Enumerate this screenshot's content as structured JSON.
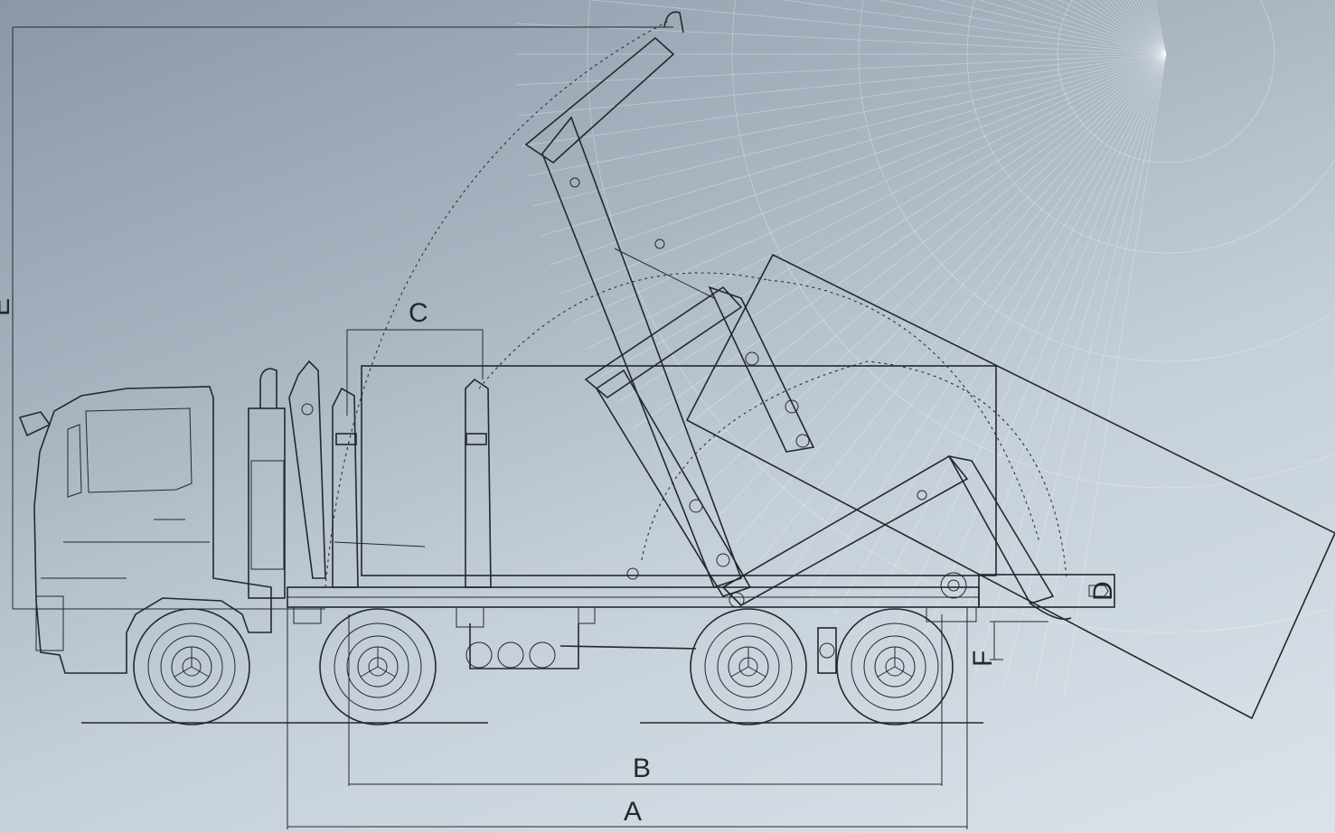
{
  "diagram": {
    "labels": {
      "A": "A",
      "B": "B",
      "C": "C",
      "D": "D",
      "E": "E",
      "F": "F"
    },
    "colors": {
      "line": "#23282d",
      "bg_dark": "#8a98a6",
      "bg_light": "#dbe3ea"
    }
  }
}
